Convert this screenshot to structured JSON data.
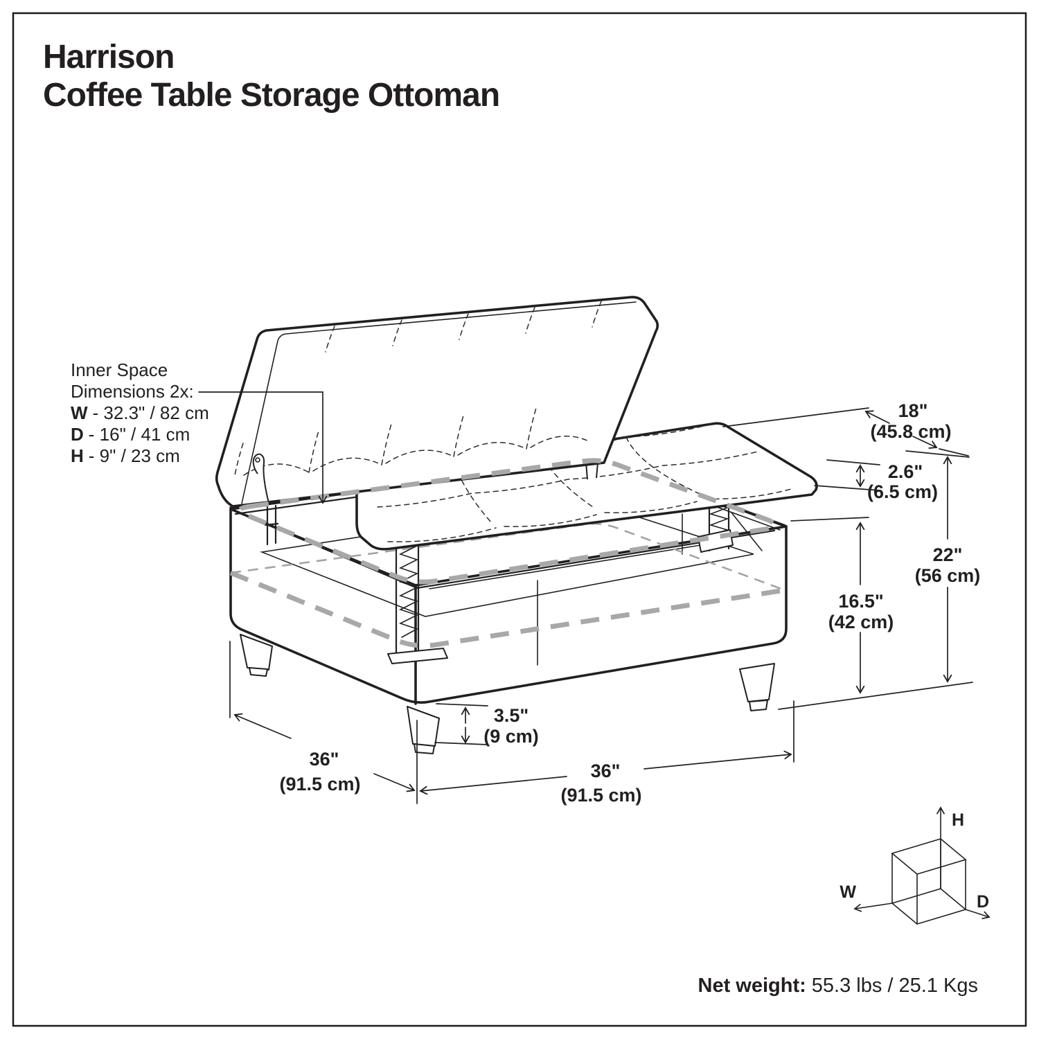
{
  "title": {
    "line1": "Harrison",
    "line2": "Coffee Table Storage Ottoman"
  },
  "inner_space": {
    "heading1": "Inner Space",
    "heading2": "Dimensions 2x:",
    "rows": [
      {
        "key": "W",
        "value": "- 32.3\" / 82 cm"
      },
      {
        "key": "D",
        "value": "- 16\" / 41 cm"
      },
      {
        "key": "H",
        "value": "- 9\" / 23 cm"
      }
    ]
  },
  "dimensions": {
    "lid_depth": {
      "in": "18\"",
      "cm": "(45.8 cm)"
    },
    "lid_thickness": {
      "in": "2.6\"",
      "cm": "(6.5 cm)"
    },
    "overall_height": {
      "in": "22\"",
      "cm": "(56 cm)"
    },
    "body_height": {
      "in": "16.5\"",
      "cm": "(42 cm)"
    },
    "leg_height": {
      "in": "3.5\"",
      "cm": "(9 cm)"
    },
    "depth": {
      "in": "36\"",
      "cm": "(91.5 cm)"
    },
    "width": {
      "in": "36\"",
      "cm": "(91.5 cm)"
    }
  },
  "axis_cube": {
    "h": "H",
    "w": "W",
    "d": "D"
  },
  "footer": {
    "net_weight_label": "Net weight:",
    "net_weight_value": "55.3 lbs / 25.1 Kgs"
  },
  "colors": {
    "ink": "#231f20",
    "dash_gray": "#a8a8a8",
    "background": "#ffffff"
  }
}
